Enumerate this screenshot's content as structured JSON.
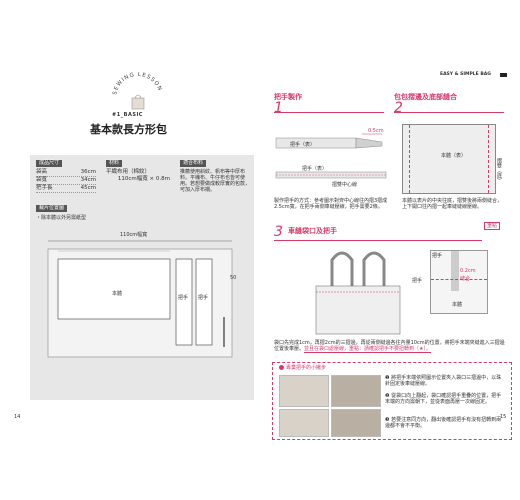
{
  "left": {
    "arc_title": "SEWING LESSON",
    "series": "#1_BASIC",
    "title": "基本款長方形包",
    "size_box": {
      "title": "成品尺寸",
      "rows": [
        {
          "label": "袋高",
          "value": "36cm"
        },
        {
          "label": "袋寬",
          "value": "34cm"
        },
        {
          "label": "把手長",
          "value": "45cm"
        }
      ]
    },
    "material_box": {
      "title": "材料",
      "lines": [
        "平織布用（棉紋）",
        "110cm幅寬 × 0.8m"
      ]
    },
    "fabric_box": {
      "title": "適合布料",
      "text": "推薦使用斜紋、帆布等中厚布料。平織布、牛仔布也皆可使用。若想要做成較厚實的包款，可加入厚布襯。"
    },
    "layout_box": {
      "title": "裁片位置圖",
      "note": "・除本體以外另需紙型",
      "width_label": "110cm幅寬",
      "labels": [
        "本體",
        "把手",
        "把手",
        "50"
      ]
    },
    "page_number": "14"
  },
  "right": {
    "header": "EASY & SIMPLE BAG",
    "step1": {
      "number": "1",
      "title": "把手製作"
    },
    "step2": {
      "number": "2",
      "title": "包包摺邊及底部縫合"
    },
    "step1_labels": [
      "把手（表）",
      "0.5cm",
      "把手（表）",
      "摺雙中心線"
    ],
    "step2_labels": [
      "本體（表）",
      "摺雙（底）"
    ],
    "step1_text": "製作把手的方式：參考圖示對齊中心線往內摺3摺成2.5cm寬，在把手兩側車縫壓線，把手需要2條。",
    "step2_text": "本體以表片的中央往底，摺雙後將兩側縫合，上下開口往內摺一起車縫縫線壓線。",
    "step3": {
      "number": "3",
      "title": "車縫袋口及把手"
    },
    "step3_tag": "重點",
    "step3_labels": [
      "把手",
      "把手",
      "0.2cm",
      "縫合",
      "本體"
    ],
    "step3_text_a": "袋口先完成1cm，再摺2cm的三摺邊，再從兩側縫邊各往內量10cm的位置，將把手末端夾縫進入三摺邊位置後車壓。",
    "step3_text_b": "並且在袋口處壓線，重點：請確認把手不要扭轉到（★）。",
    "tip": {
      "title": "專業把手的小撇步",
      "bullets": [
        "將把手末端依照圖示位置夾入袋口三摺邊中，以珠針固定後車縫壓線。",
        "從袋口向上翻起，袋口確認把手重疊的位置，把手末端的方向需朝下，並從表面再壓一次線固定。",
        "若要注意同方向，翻出後確認把手有沒有扭轉到兩邊都不會不平衡。"
      ]
    },
    "page_number": "15"
  },
  "colors": {
    "accent": "#d63b6b",
    "dark_tab": "#555555",
    "panel": "#e7e7e7"
  }
}
